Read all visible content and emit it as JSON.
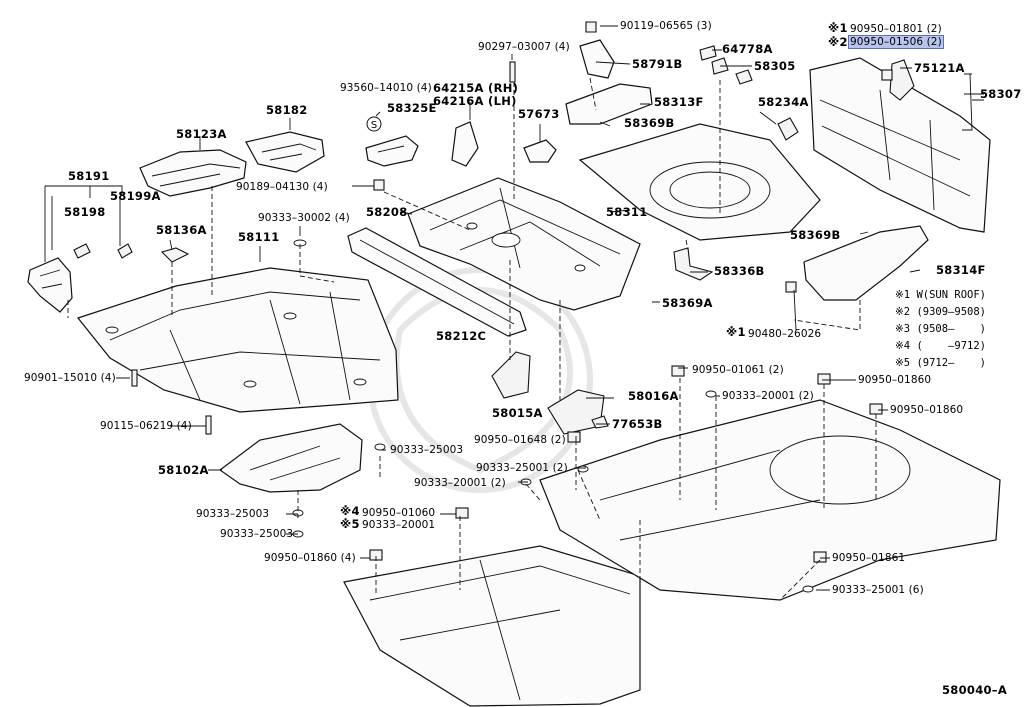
{
  "diagram": {
    "ref": "580040–A",
    "parts": {
      "p90119": "90119–06565 (3)",
      "p64778a": "64778A",
      "p90297": "90297–03007 (4)",
      "p58791b": "58791B",
      "p58305": "58305",
      "p90950_01801": "90950–01801 (2)",
      "p90950_01506": "90950–01506 (2)",
      "p75121a": "75121A",
      "p58307": "58307",
      "p93560": "93560–14010 (4)",
      "p64215a": "64215A (RH)",
      "p64216a": "64216A (LH)",
      "p58182": "58182",
      "p58325e": "58325E",
      "p57673": "57673",
      "p58313f": "58313F",
      "p58234a": "58234A",
      "p58369b_top": "58369B",
      "p58123a": "58123A",
      "p58191": "58191",
      "p58198": "58198",
      "p58199a": "58199A",
      "p90189": "90189–04130 (4)",
      "p58208": "58208",
      "p58311": "58311",
      "p58136a": "58136A",
      "p58111": "58111",
      "p90333_30002": "90333–30002 (4)",
      "p58369b_mid": "58369B",
      "p58336b": "58336B",
      "p58314f": "58314F",
      "p58212c": "58212C",
      "p58369a": "58369A",
      "p90480": "90480–26026",
      "p90901": "90901–15010 (4)",
      "p90950_01061": "90950–01061 (2)",
      "p90950_01860_a": "90950–01860",
      "p90333_20001_a": "90333–20001 (2)",
      "p58016a": "58016A",
      "p90950_01860_b": "90950–01860",
      "p58015a": "58015A",
      "p90115": "90115–06219 (4)",
      "p77653b": "77653B",
      "p90333_25003_a": "90333–25003",
      "p90950_01648": "90950–01648 (2)",
      "p58102a": "58102A",
      "p90333_25001_a": "90333–25001 (2)",
      "p90333_20001_b": "90333–20001 (2)",
      "p90333_25003_b": "90333–25003",
      "p90950_01060": "90950–01060",
      "p90333_20001_c": "90333–20001",
      "p90333_25003_c": "90333–25003",
      "p90950_01860_c": "90950–01860 (4)",
      "p90950_01861": "90950–01861",
      "p90333_25001_b": "90333–25001 (6)"
    },
    "marks": {
      "m1": "※1",
      "m2": "※2",
      "m1b": "※1",
      "m4": "※4",
      "m5": "※5",
      "s_circle": "S"
    },
    "notes": [
      "※1 W(SUN ROOF)",
      "※2 (9309–9508)",
      "※3 (9508–    )",
      "※4 (    –9712)",
      "※5 (9712–    )"
    ]
  }
}
